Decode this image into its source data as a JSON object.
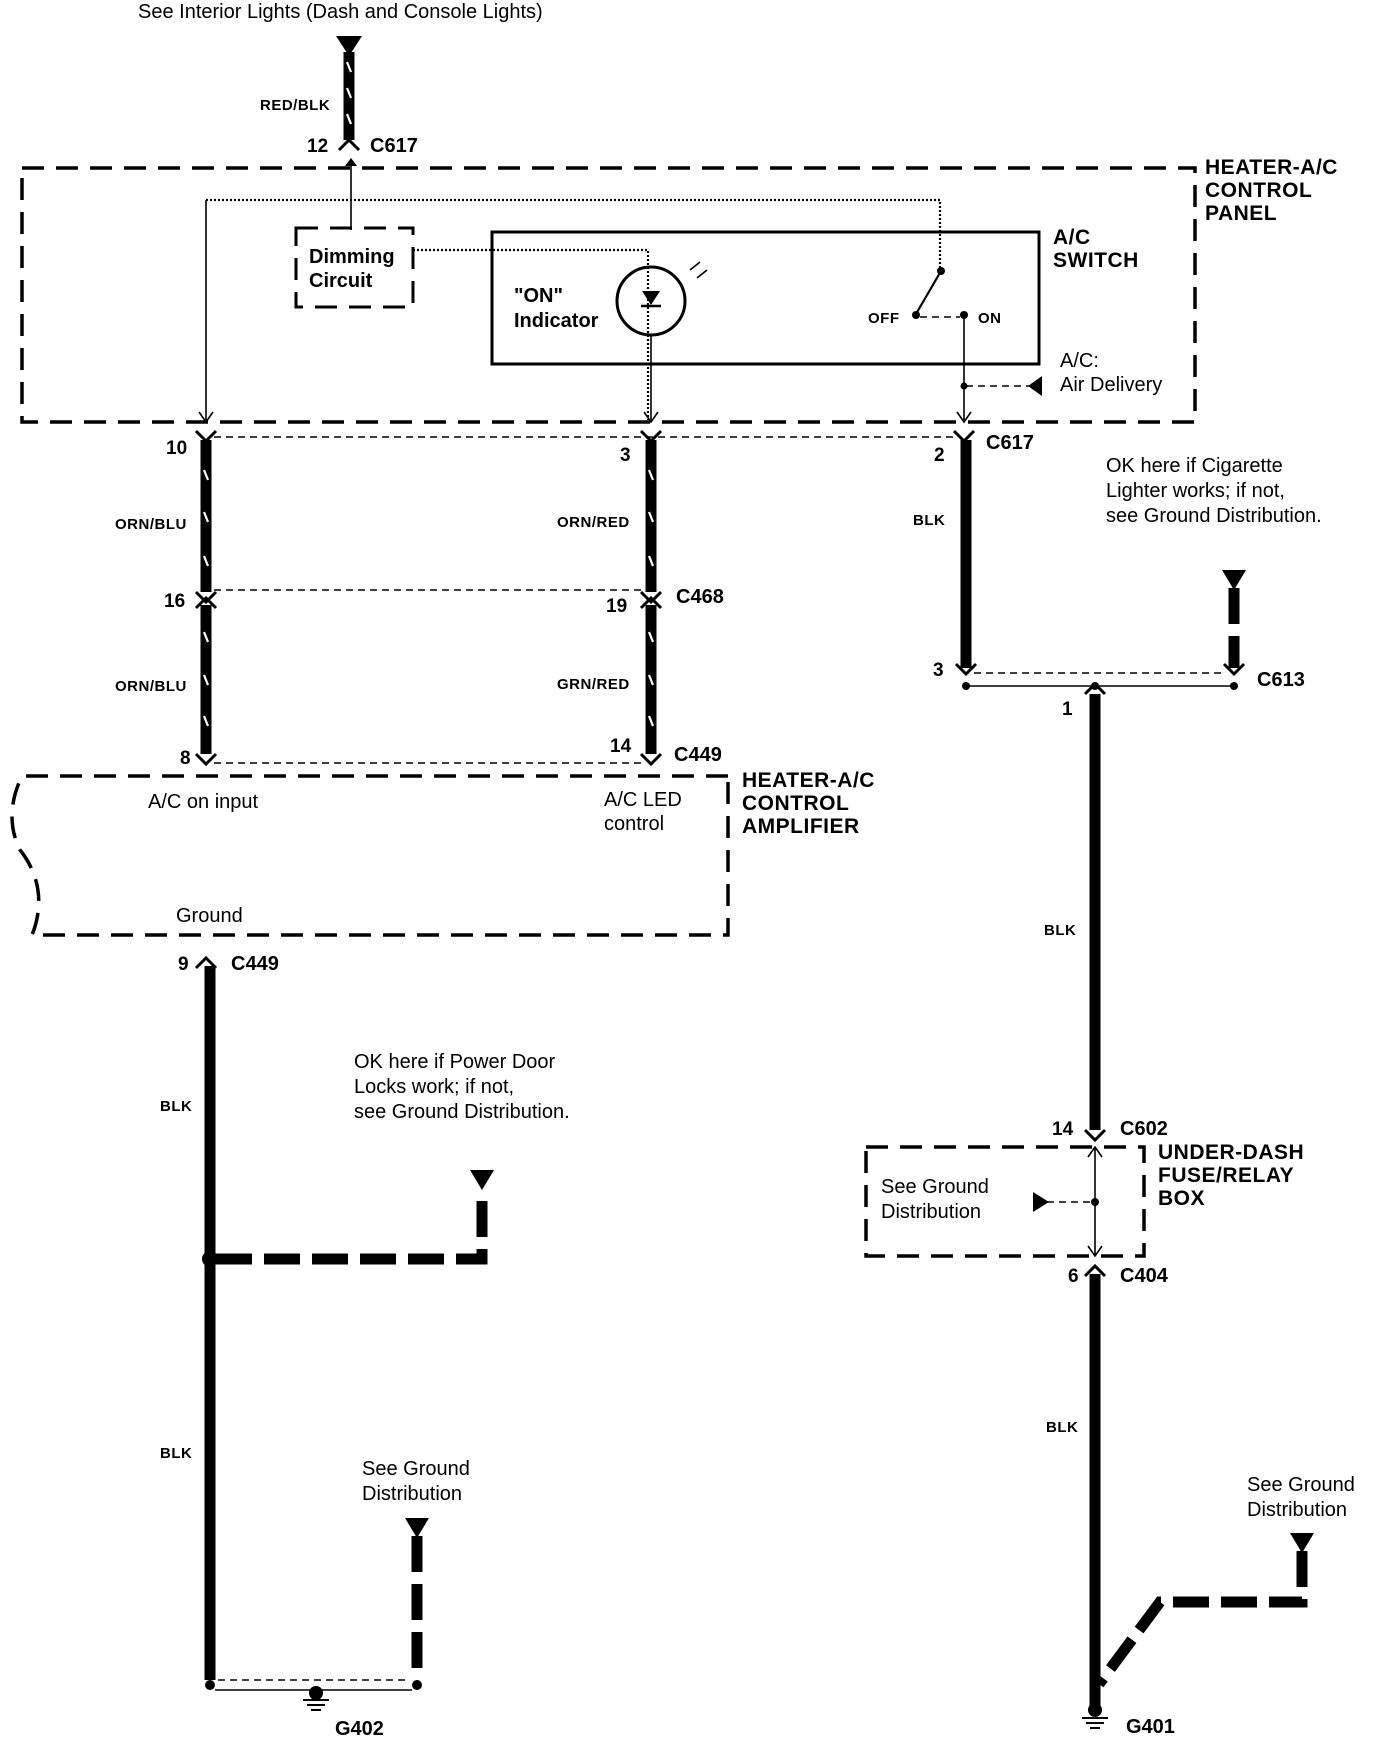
{
  "notes": {
    "top_reference": "See Interior Lights (Dash and Console Lights)",
    "cig_lighter_note": [
      "OK here if Cigarette",
      "Lighter works; if not,",
      "see Ground Distribution."
    ],
    "power_door_note": [
      "OK here if Power Door",
      "Locks work; if not,",
      "see Ground Distribution."
    ],
    "see_ground_left": [
      "See Ground",
      "Distribution"
    ],
    "see_ground_right": [
      "See Ground",
      "Distribution"
    ],
    "see_ground_box": [
      "See Ground",
      "Distribution"
    ]
  },
  "components": {
    "control_panel": [
      "HEATER-A/C",
      "CONTROL",
      "PANEL"
    ],
    "ac_switch": [
      "A/C",
      "SWITCH"
    ],
    "dimming_circuit": [
      "Dimming",
      "Circuit"
    ],
    "on_indicator": [
      "\"ON\"",
      "Indicator"
    ],
    "switch_off": "OFF",
    "switch_on": "ON",
    "air_delivery": [
      "A/C:",
      "Air Delivery"
    ],
    "amplifier": [
      "HEATER-A/C",
      "CONTROL",
      "AMPLIFIER"
    ],
    "amp_ac_on_input": "A/C on input",
    "amp_ac_led_control": [
      "A/C LED",
      "control"
    ],
    "amp_ground": "Ground",
    "fuse_box": [
      "UNDER-DASH",
      "FUSE/RELAY",
      "BOX"
    ]
  },
  "wire_colors": {
    "red_blk": "RED/BLK",
    "orn_blu_upper": "ORN/BLU",
    "orn_blu_lower": "ORN/BLU",
    "orn_red_upper": "ORN/RED",
    "grn_red_lower": "GRN/RED",
    "blk_c617": "BLK",
    "blk_c613": "BLK",
    "blk_c449_upper": "BLK",
    "blk_c449_lower": "BLK",
    "blk_c404": "BLK"
  },
  "connectors": {
    "c617_top": "C617",
    "c617_bottom": "C617",
    "c468": "C468",
    "c449_top": "C449",
    "c449_bottom": "C449",
    "c613": "C613",
    "c602": "C602",
    "c404": "C404"
  },
  "pins": {
    "p12": "12",
    "p10": "10",
    "p3a": "3",
    "p2": "2",
    "p16": "16",
    "p19": "19",
    "p8": "8",
    "p14a": "14",
    "p3b": "3",
    "p1": "1",
    "p9": "9",
    "p14b": "14",
    "p6": "6"
  },
  "grounds": {
    "g402": "G402",
    "g401": "G401"
  }
}
